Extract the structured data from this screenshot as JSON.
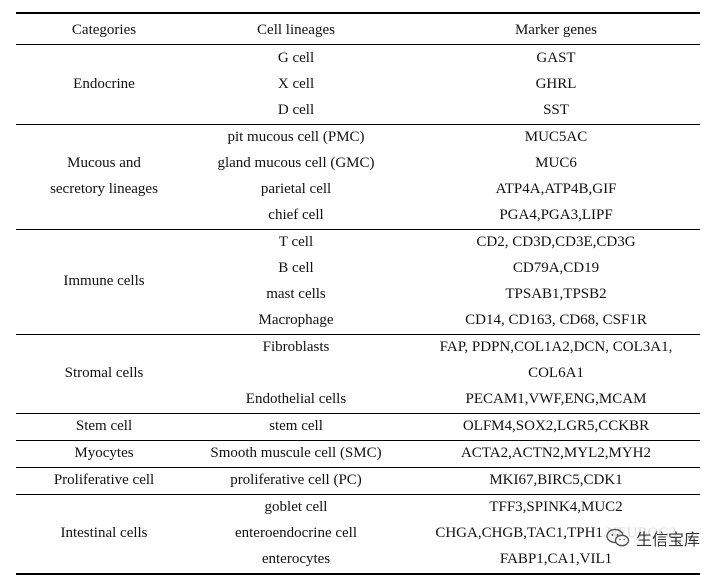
{
  "headers": [
    "Categories",
    "Cell lineages",
    "Marker genes"
  ],
  "groups": [
    {
      "category": "Endocrine",
      "rows": [
        {
          "lineage": "G cell",
          "markers": "GAST"
        },
        {
          "lineage": "X cell",
          "markers": "GHRL"
        },
        {
          "lineage": "D cell",
          "markers": "SST"
        }
      ]
    },
    {
      "category": [
        "Mucous and",
        "secretory lineages"
      ],
      "rows": [
        {
          "lineage": "pit mucous cell (PMC)",
          "markers": "MUC5AC"
        },
        {
          "lineage": "gland mucous cell (GMC)",
          "markers": "MUC6"
        },
        {
          "lineage": "parietal cell",
          "markers": "ATP4A,ATP4B,GIF"
        },
        {
          "lineage": "chief cell",
          "markers": "PGA4,PGA3,LIPF"
        }
      ]
    },
    {
      "category": "Immune cells",
      "rows": [
        {
          "lineage": "T cell",
          "markers": "CD2, CD3D,CD3E,CD3G"
        },
        {
          "lineage": "B cell",
          "markers": "CD79A,CD19"
        },
        {
          "lineage": "mast cells",
          "markers": "TPSAB1,TPSB2"
        },
        {
          "lineage": "Macrophage",
          "markers": "CD14, CD163, CD68, CSF1R"
        }
      ]
    },
    {
      "category": "Stromal cells",
      "rows": [
        {
          "lineage": "Fibroblasts",
          "markers": "FAP, PDPN,COL1A2,DCN, COL3A1,"
        },
        {
          "lineage": "",
          "markers": "COL6A1"
        },
        {
          "lineage": "Endothelial cells",
          "markers": "PECAM1,VWF,ENG,MCAM"
        }
      ]
    },
    {
      "category": "Stem cell",
      "rows": [
        {
          "lineage": "stem cell",
          "markers": "OLFM4,SOX2,LGR5,CCKBR"
        }
      ]
    },
    {
      "category": "Myocytes",
      "rows": [
        {
          "lineage": "Smooth muscule cell (SMC)",
          "markers": "ACTA2,ACTN2,MYL2,MYH2"
        }
      ]
    },
    {
      "category": "Proliferative cell",
      "rows": [
        {
          "lineage": "proliferative cell (PC)",
          "markers": "MKI67,BIRC5,CDK1"
        }
      ]
    },
    {
      "category": "Intestinal cells",
      "rows": [
        {
          "lineage": "goblet cell",
          "markers": "TFF3,SPINK4,MUC2"
        },
        {
          "lineage": "enteroendocrine cell",
          "markers": "CHGA,CHGB,TAC1,TPH1.NEUROG3"
        },
        {
          "lineage": "enterocytes",
          "markers": "FABP1,CA1,VIL1"
        }
      ]
    }
  ],
  "watermark": {
    "text": "生信宝库",
    "icon": "wechat-icon"
  }
}
